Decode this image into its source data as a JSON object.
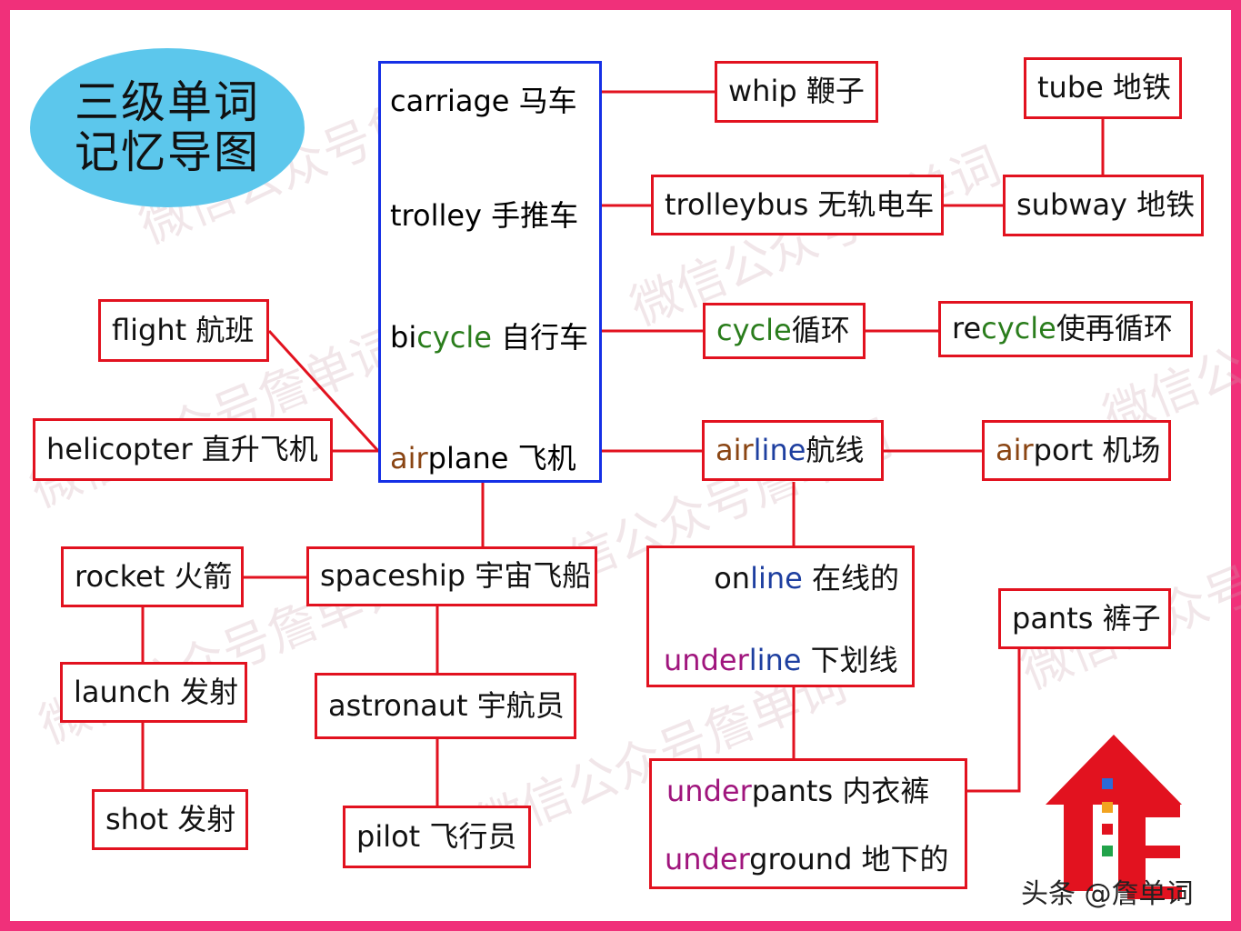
{
  "title": {
    "line1": "三级单词",
    "line2": "记忆导图"
  },
  "main_words": [
    {
      "parts": [
        {
          "t": "carriage 马车",
          "c": ""
        }
      ]
    },
    {
      "parts": [
        {
          "t": "trolley 手推车",
          "c": ""
        }
      ]
    },
    {
      "parts": [
        {
          "t": "bi",
          "c": ""
        },
        {
          "t": "cycle",
          "c": "g"
        },
        {
          "t": " 自行车",
          "c": ""
        }
      ]
    },
    {
      "parts": [
        {
          "t": "air",
          "c": "br"
        },
        {
          "t": "plane 飞机",
          "c": ""
        }
      ]
    }
  ],
  "nodes": {
    "whip": [
      {
        "t": "whip 鞭子",
        "c": ""
      }
    ],
    "tube": [
      {
        "t": "tube 地铁",
        "c": ""
      }
    ],
    "trolleybus": [
      {
        "t": "trolleybus 无轨电车",
        "c": ""
      }
    ],
    "subway": [
      {
        "t": "subway 地铁",
        "c": ""
      }
    ],
    "flight": [
      {
        "t": "flight 航班",
        "c": ""
      }
    ],
    "cycle": [
      {
        "t": "cycle",
        "c": "g"
      },
      {
        "t": " 循环",
        "c": ""
      }
    ],
    "recycle": [
      {
        "t": "re",
        "c": ""
      },
      {
        "t": "cycle",
        "c": "g"
      },
      {
        "t": " 使再循环",
        "c": ""
      }
    ],
    "helicopter": [
      {
        "t": "helicopter 直升飞机",
        "c": ""
      }
    ],
    "airline": [
      {
        "t": "air",
        "c": "br"
      },
      {
        "t": "line",
        "c": "bl"
      },
      {
        "t": " 航线",
        "c": ""
      }
    ],
    "airport": [
      {
        "t": "air",
        "c": "br"
      },
      {
        "t": "port 机场",
        "c": ""
      }
    ],
    "rocket": [
      {
        "t": "rocket 火箭",
        "c": ""
      }
    ],
    "spaceship": [
      {
        "t": "spaceship 宇宙飞船",
        "c": ""
      }
    ],
    "launch": [
      {
        "t": "launch 发射",
        "c": ""
      }
    ],
    "astronaut": [
      {
        "t": "astronaut 宇航员",
        "c": ""
      }
    ],
    "shot": [
      {
        "t": "shot 发射",
        "c": ""
      }
    ],
    "pilot": [
      {
        "t": "pilot 飞行员",
        "c": ""
      }
    ],
    "pants": [
      {
        "t": "pants 裤子",
        "c": ""
      }
    ]
  },
  "line_box": [
    [
      {
        "t": "on",
        "c": ""
      },
      {
        "t": "line",
        "c": "bl"
      },
      {
        "t": " 在线的",
        "c": ""
      }
    ],
    [
      {
        "t": "under",
        "c": "pu"
      },
      {
        "t": "line",
        "c": "bl"
      },
      {
        "t": " 下划线",
        "c": ""
      }
    ]
  ],
  "under_box": [
    [
      {
        "t": "under",
        "c": "pu"
      },
      {
        "t": "pants 内衣裤",
        "c": ""
      }
    ],
    [
      {
        "t": "under",
        "c": "pu"
      },
      {
        "t": "ground 地下的",
        "c": ""
      }
    ]
  ],
  "watermark_text": "微信公众号詹单词",
  "credit": "头条 @詹单词",
  "colors": {
    "frame": "#f0307a",
    "box_border": "#e2121f",
    "main_border": "#1530e6",
    "title_ellipse": "#5cc7ec",
    "green": "#2a7d1c",
    "brown": "#8a4513",
    "blue": "#1e3fa0",
    "purple": "#a0157d"
  }
}
